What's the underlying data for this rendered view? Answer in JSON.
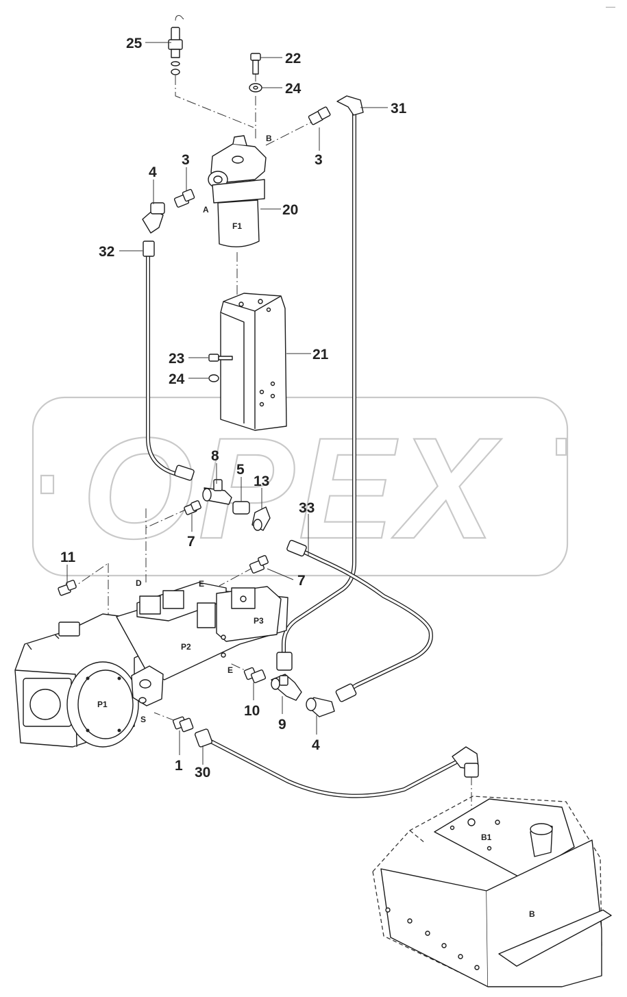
{
  "corner_code": "——",
  "watermark": "OPEX",
  "callouts": {
    "c25": "25",
    "c22": "22",
    "c24a": "24",
    "c31": "31",
    "c3a": "3",
    "c3b": "3",
    "c4a": "4",
    "c20": "20",
    "c32": "32",
    "c23": "23",
    "c24b": "24",
    "c21": "21",
    "c8": "8",
    "c5": "5",
    "c13": "13",
    "c33": "33",
    "c7a": "7",
    "c7b": "7",
    "c11": "11",
    "c10": "10",
    "c9": "9",
    "c4b": "4",
    "c1": "1",
    "c30": "30"
  },
  "ports": {
    "A": "A",
    "B": "B",
    "F1": "F1",
    "D": "D",
    "E1": "E",
    "E2": "E",
    "P1": "P1",
    "P2": "P2",
    "P3": "P3",
    "S": "S",
    "B1": "B1",
    "Btank": "B"
  }
}
